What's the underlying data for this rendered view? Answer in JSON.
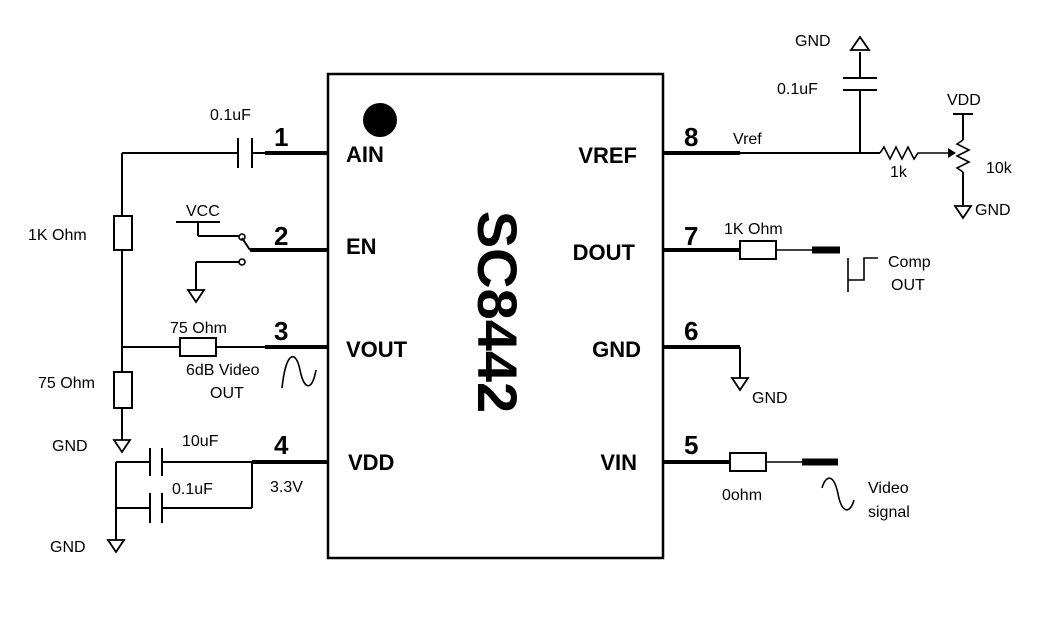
{
  "chip": {
    "name": "SC8442",
    "pins": [
      {
        "num": "1",
        "name": "AIN"
      },
      {
        "num": "2",
        "name": "EN"
      },
      {
        "num": "3",
        "name": "VOUT"
      },
      {
        "num": "4",
        "name": "VDD"
      },
      {
        "num": "5",
        "name": "VIN"
      },
      {
        "num": "6",
        "name": "GND"
      },
      {
        "num": "7",
        "name": "DOUT"
      },
      {
        "num": "8",
        "name": "VREF"
      }
    ]
  },
  "labels": {
    "cap_ain": "0.1uF",
    "res_1k": "1K  Ohm",
    "vcc": "VCC",
    "res_75_series": "75  Ohm",
    "video_out_1": "6dB Video",
    "video_out_2": "OUT",
    "res_75_gnd": "75  Ohm",
    "gnd_left_top": "GND",
    "gnd_left_bottom": "GND",
    "cap_10u": "10uF",
    "cap_01u_vdd": "0.1uF",
    "vdd_voltage": "3.3V",
    "gnd_top": "GND",
    "cap_vref": "0.1uF",
    "vref": "Vref",
    "vdd_pot": "VDD",
    "res_1k_vref": "1k",
    "pot_10k": "10k",
    "gnd_pot": "GND",
    "res_dout": "1K  Ohm",
    "comp_out_1": "Comp",
    "comp_out_2": "OUT",
    "gnd_pin6": "GND",
    "res_vin": "0ohm",
    "video_signal_1": "Video",
    "video_signal_2": "signal"
  }
}
